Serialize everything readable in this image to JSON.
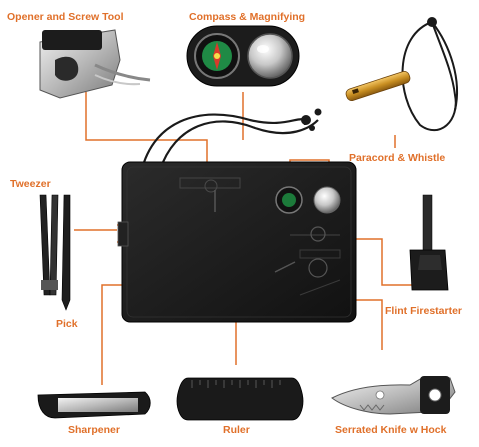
{
  "accent_color": "#e0702a",
  "labels": {
    "opener": "Opener and Screw Tool",
    "compass": "Compass & Magnifying",
    "paracord": "Paracord & Whistle",
    "tweezer": "Tweezer",
    "pick": "Pick",
    "flint": "Flint Firestarter",
    "sharpener": "Sharpener",
    "ruler": "Ruler",
    "knife": "Serrated Knife w Hock"
  }
}
